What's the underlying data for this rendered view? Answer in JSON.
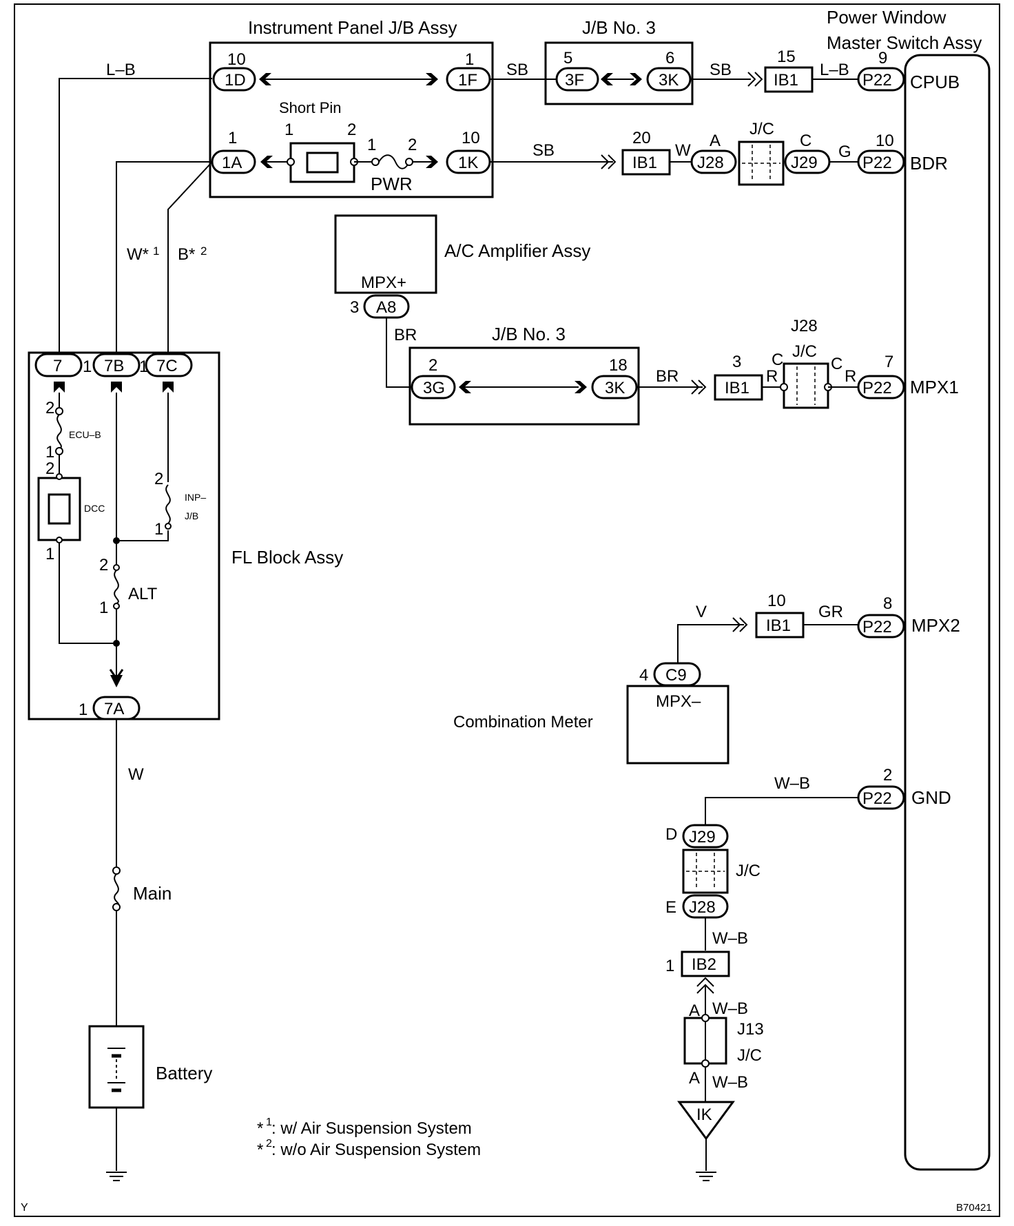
{
  "header": {
    "ip_jb_assy": "Instrument Panel J/B Assy",
    "jb_no3": "J/B No. 3",
    "pw_master_1": "Power Window",
    "pw_master_2": "Master Switch Assy"
  },
  "components": {
    "short_pin": "Short Pin",
    "pwr": "PWR",
    "ac_amp": "A/C Amplifier Assy",
    "mpx_plus": "MPX+",
    "jb_no3": "J/B No. 3",
    "fl_block": "FL Block Assy",
    "combination_meter": "Combination Meter",
    "mpx_minus": "MPX–",
    "main": "Main",
    "battery": "Battery",
    "ecu_b": "ECU–B",
    "dcc": "DCC",
    "inp_1": "INP–",
    "inp_2": "J/B",
    "alt": "ALT",
    "jc": "J/C",
    "j28": "J28",
    "j13": "J13",
    "ik": "IK"
  },
  "pins": {
    "cpub": "CPUB",
    "bdr": "BDR",
    "mpx1": "MPX1",
    "mpx2": "MPX2",
    "gnd": "GND"
  },
  "connectors": {
    "c1D": "1D",
    "c1F": "1F",
    "c3F": "3F",
    "c3K": "3K",
    "cIB1": "IB1",
    "cP22": "P22",
    "c1A": "1A",
    "c1K": "1K",
    "cJ28": "J28",
    "cJ29": "J29",
    "cA8": "A8",
    "c3G": "3G",
    "c7": "7",
    "c7B": "7B",
    "c7C": "7C",
    "c7A": "7A",
    "cC9": "C9",
    "cIB2": "IB2"
  },
  "numbers": {
    "n10": "10",
    "n1": "1",
    "n2": "2",
    "n3": "3",
    "n4": "4",
    "n5": "5",
    "n6": "6",
    "n7": "7",
    "n8": "8",
    "n9": "9",
    "n15": "15",
    "n18": "18",
    "n20": "20",
    "A": "A",
    "C": "C",
    "D": "D",
    "E": "E",
    "R": "R"
  },
  "wires": {
    "LB": "L–B",
    "SB": "SB",
    "W": "W",
    "G": "G",
    "BR": "BR",
    "GR": "GR",
    "V": "V",
    "WB": "W–B",
    "W1": "W*",
    "B2": "B*",
    "sup1": "1",
    "sup2": "2"
  },
  "notes": {
    "mark1": "*",
    "sup1": "1",
    "note1": ": w/ Air Suspension System",
    "mark2": "*",
    "sup2": "2",
    "note2": ": w/o Air Suspension System"
  },
  "corner": {
    "left": "Y",
    "code": "B70421"
  }
}
